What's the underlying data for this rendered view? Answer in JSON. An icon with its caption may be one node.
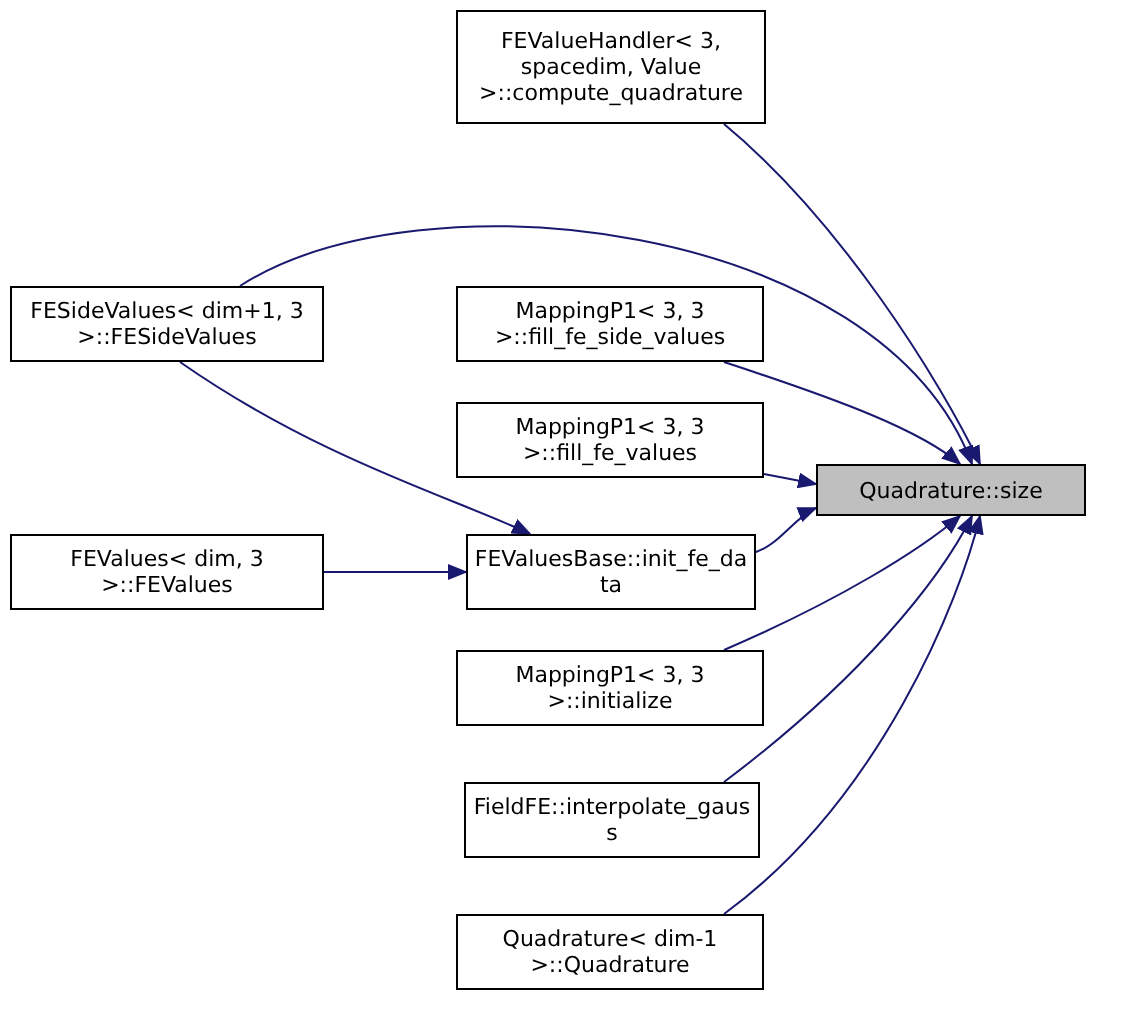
{
  "diagram": {
    "nodes": [
      {
        "text": [
          "Quadrature::size"
        ]
      },
      {
        "text": [
          "FEValueHandler< 3, spacedim, Value >::compute_quadrature"
        ]
      },
      {
        "text": [
          "FESideValues< dim+1, 3 >::FESideValues"
        ]
      },
      {
        "text": [
          "MappingP1< 3, 3 >::fill_fe_side_values"
        ]
      },
      {
        "text": [
          "MappingP1< 3, 3 >::fill_fe_values"
        ]
      },
      {
        "text": [
          "FEValues< dim, 3 >::FEValues"
        ]
      },
      {
        "text": [
          "FEValuesBase::init_fe_data"
        ]
      },
      {
        "text": [
          "MappingP1< 3, 3 >::initialize"
        ]
      },
      {
        "text": [
          "FieldFE::interpolate_gauss"
        ]
      },
      {
        "text": [
          "Quadrature< dim-1 >::Quadrature"
        ]
      }
    ],
    "edges": [
      {
        "from": 1,
        "to": 0,
        "arrow": "to"
      },
      {
        "from": 2,
        "to": 0,
        "arrow": "to"
      },
      {
        "from": 3,
        "to": 0,
        "arrow": "to"
      },
      {
        "from": 4,
        "to": 0,
        "arrow": "to"
      },
      {
        "from": 6,
        "to": 0,
        "arrow": "to"
      },
      {
        "from": 7,
        "to": 0,
        "arrow": "to"
      },
      {
        "from": 8,
        "to": 0,
        "arrow": "to"
      },
      {
        "from": 9,
        "to": 0,
        "arrow": "to"
      },
      {
        "from": 2,
        "to": 6,
        "arrow": "to"
      },
      {
        "from": 5,
        "to": 6,
        "arrow": "to"
      }
    ]
  }
}
